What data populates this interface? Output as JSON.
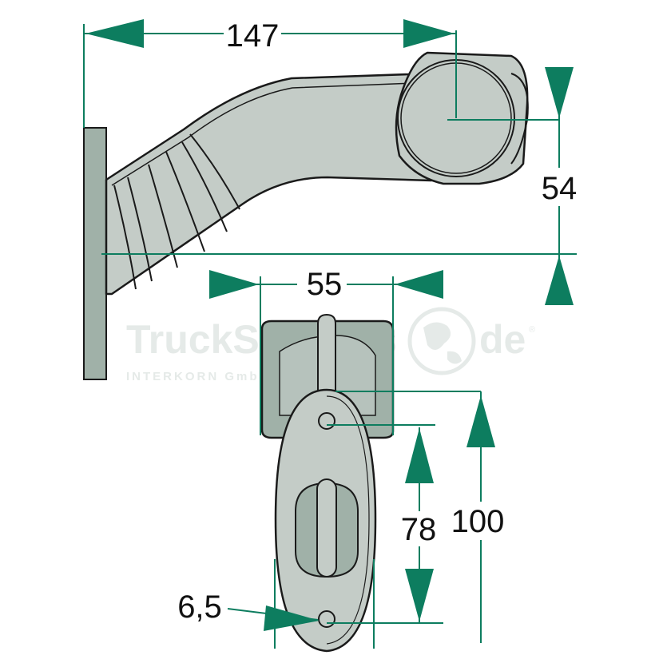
{
  "dimensions": {
    "width_overall": "147",
    "height_head": "54",
    "width_base": "55",
    "hole_spacing": "78",
    "height_overall": "100",
    "hole_diameter": "6,5"
  },
  "watermark": {
    "brand_left": "TruckSystems",
    "brand_right": "de",
    "registered": "®",
    "company": "INTERKORN GmbH"
  },
  "colors": {
    "part_fill": "#c4ccc7",
    "base_fill": "#a0b1a8",
    "dimension_green": "#0d7d5f",
    "outline": "#1a1a1a"
  }
}
